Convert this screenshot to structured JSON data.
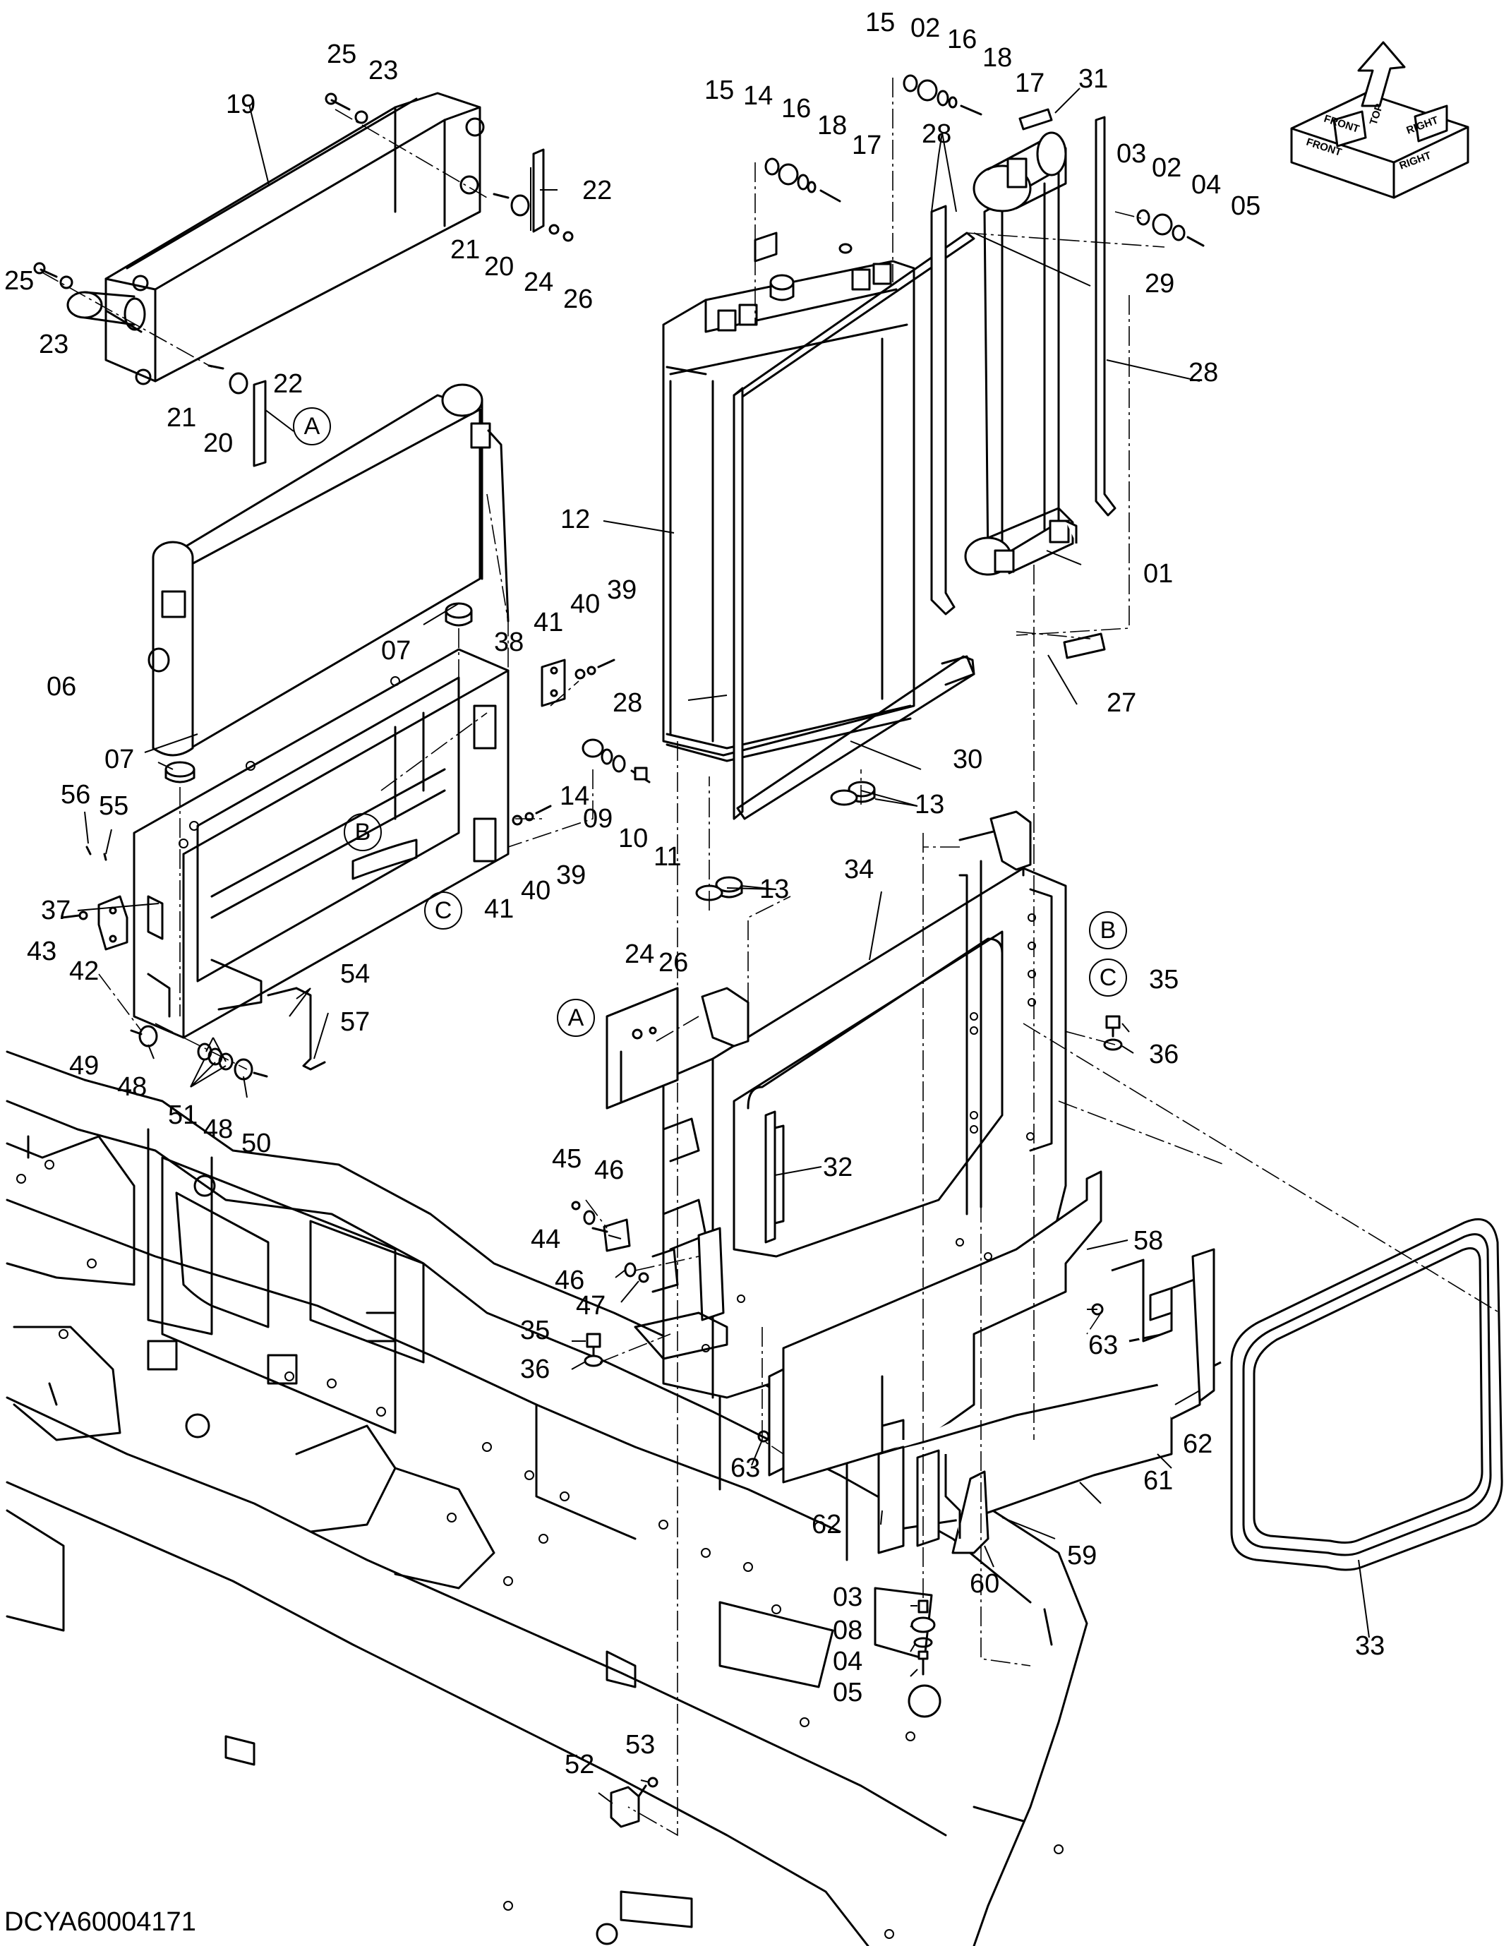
{
  "drawing_id": "DCYA60004171",
  "orientation": {
    "front": "FRONT",
    "top": "TOP",
    "right": "RIGHT"
  },
  "reference_markers": [
    "A",
    "B",
    "C"
  ],
  "callouts": [
    "25",
    "23",
    "19",
    "22",
    "21",
    "20",
    "24",
    "26",
    "25",
    "23",
    "21",
    "20",
    "22",
    "15",
    "02",
    "16",
    "18",
    "17",
    "15",
    "14",
    "16",
    "18",
    "17",
    "28",
    "31",
    "03",
    "02",
    "04",
    "05",
    "29",
    "28",
    "12",
    "01",
    "07",
    "06",
    "41",
    "40",
    "39",
    "38",
    "27",
    "28",
    "30",
    "07",
    "14",
    "09",
    "10",
    "11",
    "13",
    "13",
    "56",
    "55",
    "37",
    "41",
    "40",
    "39",
    "34",
    "43",
    "42",
    "54",
    "57",
    "24",
    "26",
    "35",
    "36",
    "49",
    "48",
    "51",
    "48",
    "50",
    "32",
    "45",
    "46",
    "58",
    "44",
    "46",
    "47",
    "35",
    "36",
    "63",
    "63",
    "62",
    "62",
    "61",
    "59",
    "60",
    "03",
    "08",
    "04",
    "05",
    "33",
    "52",
    "53"
  ]
}
